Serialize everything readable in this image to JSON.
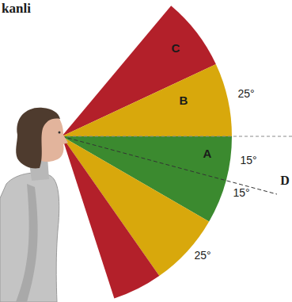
{
  "diagram": {
    "labels": [
      "kanli",
      "C",
      "B",
      "25°",
      "A",
      "15°",
      "15°",
      "D",
      "25°"
    ]
  }
}
